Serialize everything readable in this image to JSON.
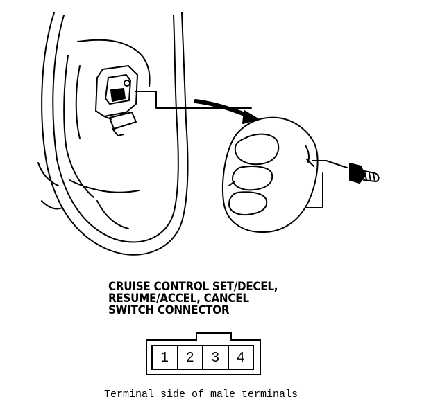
{
  "title_lines": [
    "CRUISE CONTROL SET/DECEL,",
    "RESUME/ACCEL, CANCEL",
    "SWITCH CONNECTOR"
  ],
  "connector": {
    "pins": [
      "1",
      "2",
      "3",
      "4"
    ]
  },
  "caption": "Terminal side of male terminals",
  "icons": [
    "steering-wheel-icon",
    "switch-assembly-icon",
    "bolt-icon",
    "arrow-icon"
  ]
}
